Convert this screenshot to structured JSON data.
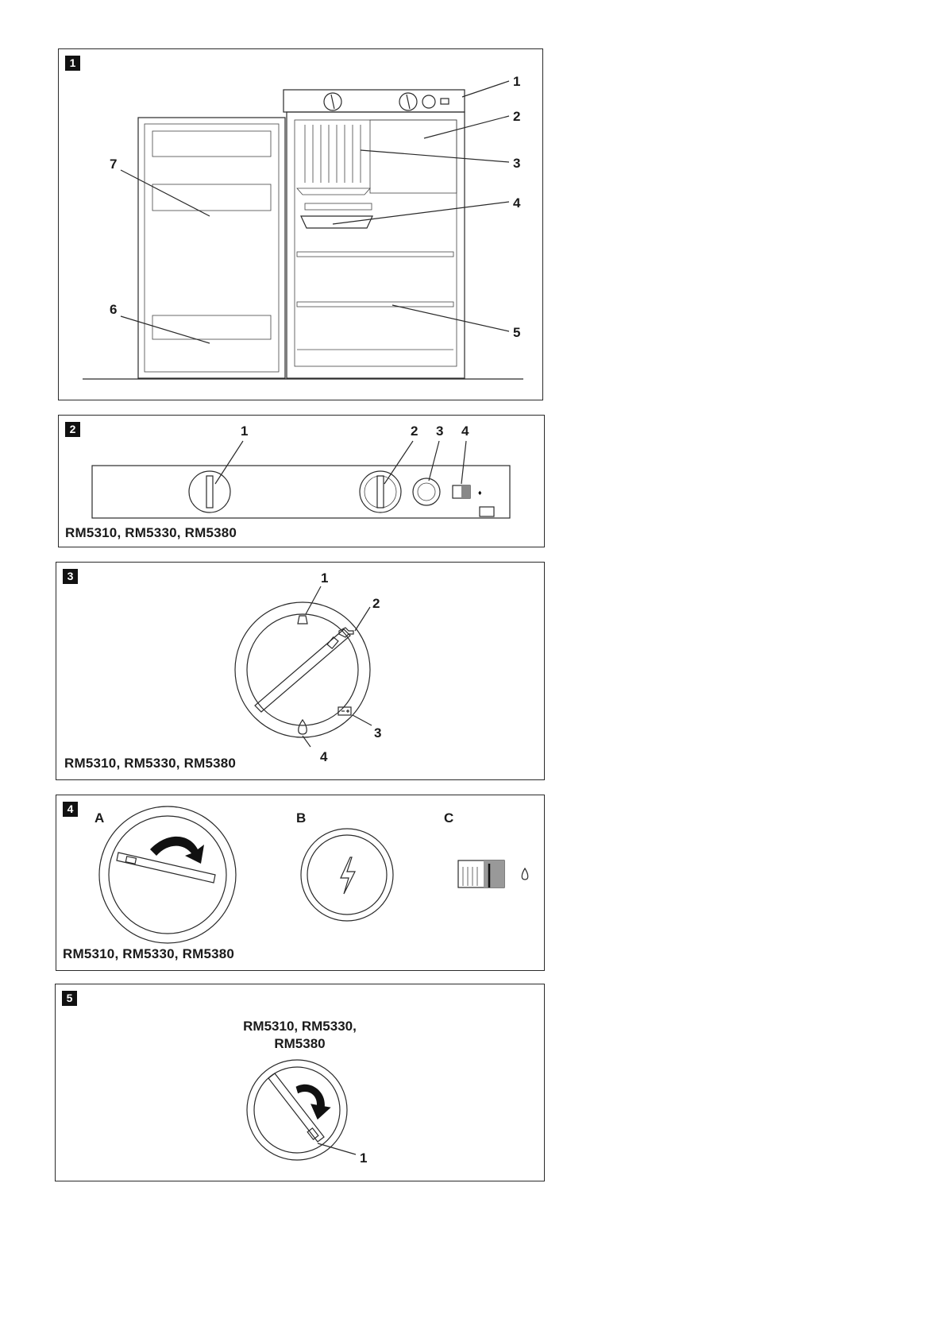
{
  "figures": [
    {
      "number": "1",
      "callouts": [
        "1",
        "2",
        "3",
        "4",
        "5",
        "6",
        "7"
      ]
    },
    {
      "number": "2",
      "callouts": [
        "1",
        "2",
        "3",
        "4"
      ],
      "caption": "RM5310, RM5330, RM5380"
    },
    {
      "number": "3",
      "callouts": [
        "1",
        "2",
        "3",
        "4"
      ],
      "caption": "RM5310, RM5330, RM5380"
    },
    {
      "number": "4",
      "sublabels": [
        "A",
        "B",
        "C"
      ],
      "caption": "RM5310, RM5330, RM5380"
    },
    {
      "number": "5",
      "title_line1": "RM5310, RM5330,",
      "title_line2": "RM5380",
      "callouts": [
        "1"
      ]
    }
  ],
  "icons": [
    "gas-flame-icon",
    "mains-plug-icon",
    "battery-icon",
    "lightning-icon",
    "rotate-arrow-icon"
  ]
}
